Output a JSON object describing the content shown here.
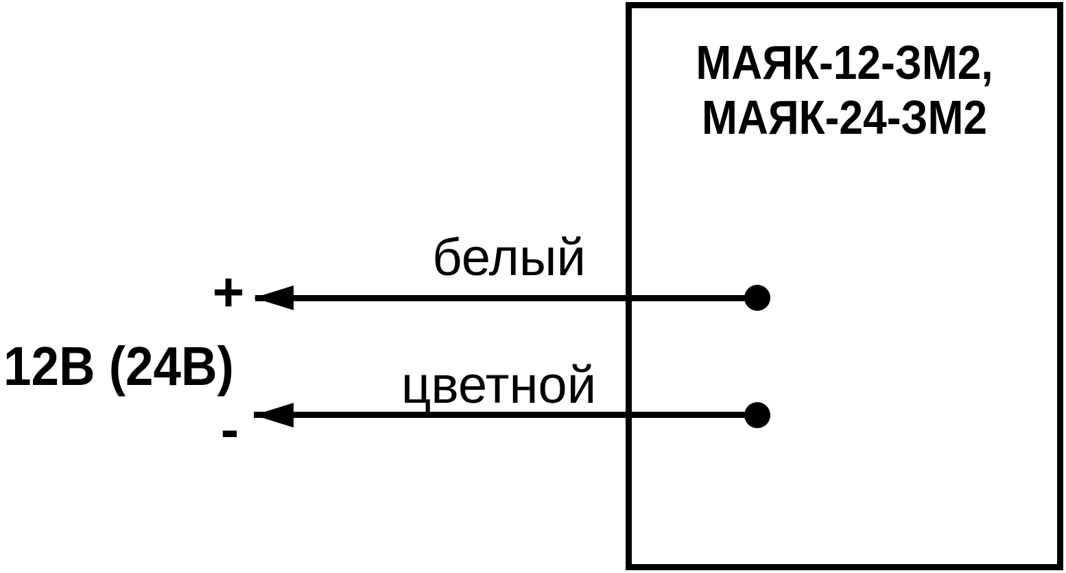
{
  "diagram": {
    "background_color": "#ffffff",
    "line_color": "#000000",
    "device_box": {
      "title_line1": "МАЯК-12-ЗМ2,",
      "title_line2": "МАЯК-24-ЗМ2"
    },
    "power_source": {
      "voltage_label": "12В (24В)",
      "plus_label": "+",
      "minus_label": "-"
    },
    "wires": [
      {
        "label": "белый",
        "polarity": "+"
      },
      {
        "label": "цветной",
        "polarity": "-"
      }
    ]
  }
}
